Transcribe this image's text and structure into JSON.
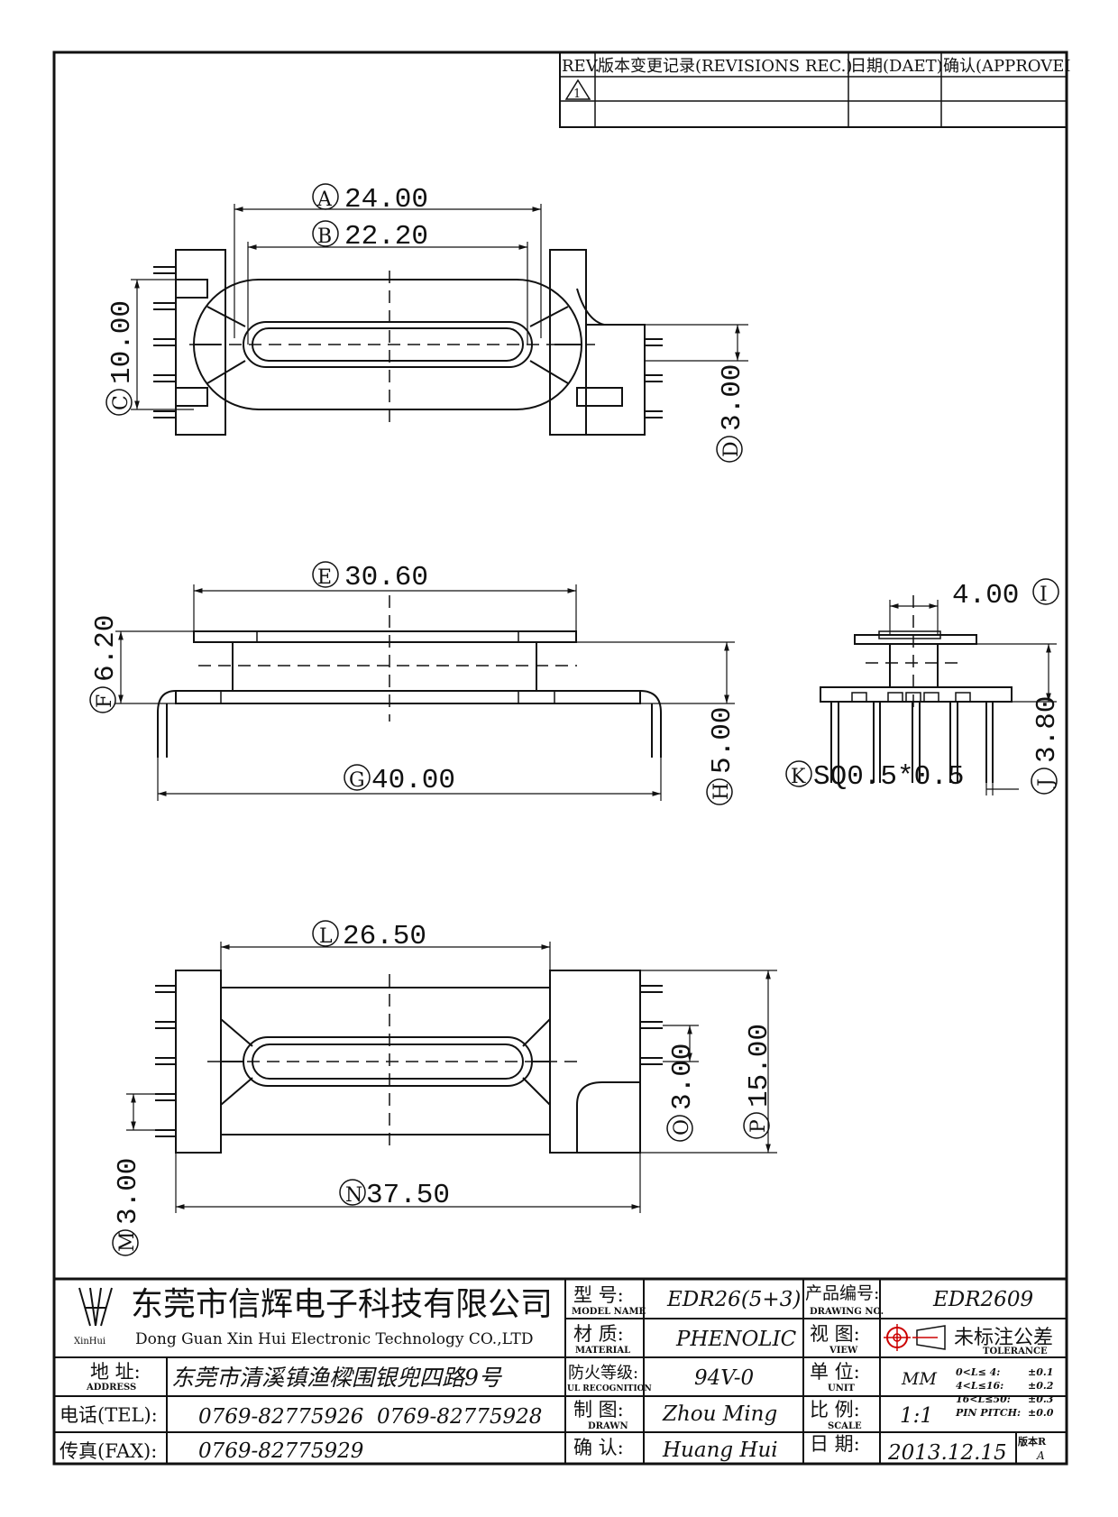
{
  "revision_table": {
    "headers": [
      "REV.",
      "版本变更记录(REVISIONS REC.)",
      "日期(DAET)",
      "确认(APPROVEI"
    ],
    "rev_mark": "1"
  },
  "dimensions": {
    "A": {
      "letter": "A",
      "value": "24.00"
    },
    "B": {
      "letter": "B",
      "value": "22.20"
    },
    "C": {
      "letter": "C",
      "value": "10.00"
    },
    "D": {
      "letter": "D",
      "value": "3.00"
    },
    "E": {
      "letter": "E",
      "value": "30.60"
    },
    "F": {
      "letter": "F",
      "value": "6.20"
    },
    "G": {
      "letter": "G",
      "value": "40.00"
    },
    "H": {
      "letter": "H",
      "value": "5.00"
    },
    "I": {
      "letter": "I",
      "value": "4.00"
    },
    "J": {
      "letter": "J",
      "value": "3.80"
    },
    "K": {
      "letter": "K",
      "value": "SQ0.5*0.5"
    },
    "L": {
      "letter": "L",
      "value": "26.50"
    },
    "M": {
      "letter": "M",
      "value": "3.00"
    },
    "N": {
      "letter": "N",
      "value": "37.50"
    },
    "O": {
      "letter": "O",
      "value": "3.00"
    },
    "P": {
      "letter": "P",
      "value": "15.00"
    }
  },
  "title_block": {
    "company_cn": "东莞市信辉电子科技有限公司",
    "company_en": "Dong Guan Xin Hui Electronic Technology  CO.,LTD",
    "logo_text": "XinHui",
    "address_label": "地  址:",
    "address_label_en": "ADDRESS",
    "address": "东莞市清溪镇渔樑围银兜四路9号",
    "tel_label": "电话(TEL):",
    "tel_1": "0769-82775926",
    "tel_2": "0769-82775928",
    "fax_label": "传真(FAX):",
    "fax": "0769-82775929",
    "model_label": "型  号:",
    "model_label_en": "MODEL NAME",
    "model": "EDR26(5+3)",
    "material_label": "材  质:",
    "material_label_en": "MATERIAL",
    "material": "PHENOLIC",
    "fire_label": "防火等级:",
    "fire_label_en": "UL RECOGNITION",
    "fire": "94V-0",
    "drawn_label": "制  图:",
    "drawn_label_en": "DRAWN",
    "drawn": "Zhou Ming",
    "confirm_label": "确  认:",
    "confirm": "Huang Hui",
    "drawing_no_label": "产品编号:",
    "drawing_no_label_en": "DRAWING NO.",
    "drawing_no": "EDR2609",
    "view_label": "视  图:",
    "view_label_en": "VIEW",
    "tolerance_label": "未标注公差",
    "tolerance_label_en": "TOLERANCE",
    "unit_label": "单  位:",
    "unit_label_en": "UNIT",
    "unit": "MM",
    "scale_label": "比  例:",
    "scale_label_en": "SCALE",
    "scale": "1:1",
    "date_label": "日  期:",
    "date": "2013.12.15",
    "version_label": "版本R",
    "version": "A",
    "tolerances": [
      {
        "range": "0<L≤ 4:",
        "tol": "±0.1"
      },
      {
        "range": "4<L≤16:",
        "tol": "±0.2"
      },
      {
        "range": "16<L≤50:",
        "tol": "±0.3"
      },
      {
        "range": "PIN PITCH:",
        "tol": "±0.0"
      }
    ]
  }
}
